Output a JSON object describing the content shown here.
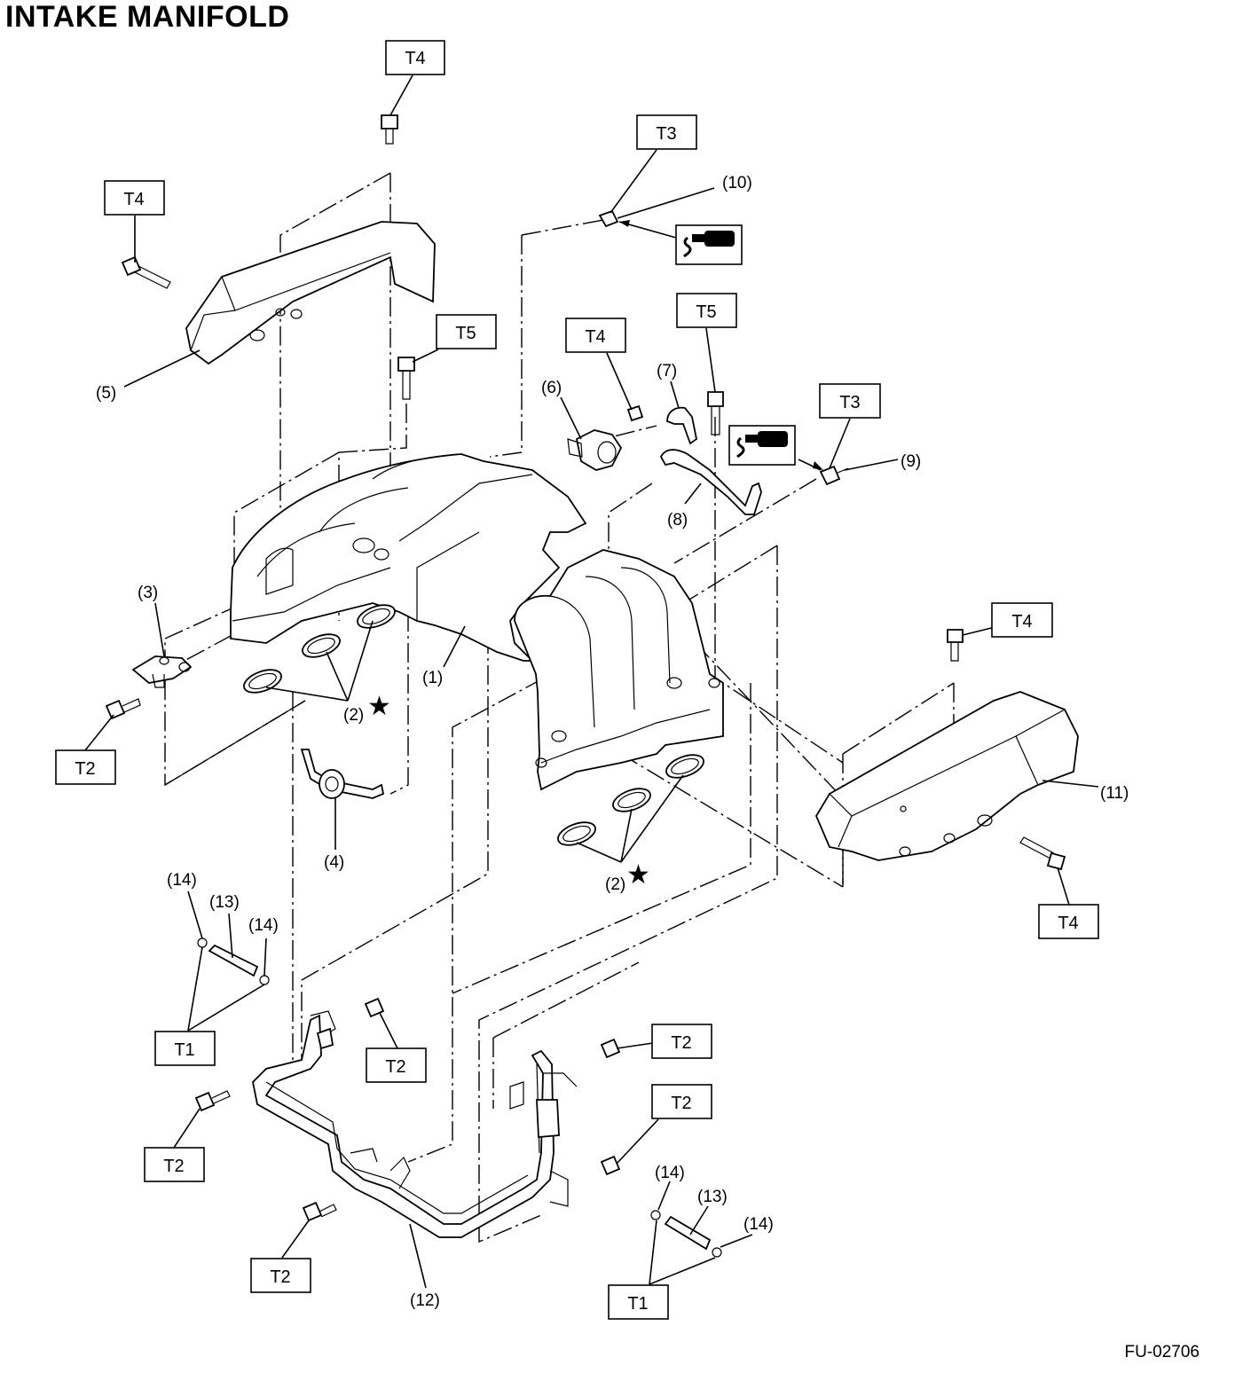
{
  "title": "INTAKE MANIFOLD",
  "figure_id": "FU-02706",
  "star_symbol": "★",
  "torque_labels": {
    "t4_top": "T4",
    "t4_left": "T4",
    "t5_left": "T5",
    "t3_top": "T3",
    "t4_mid": "T4",
    "t5_right": "T5",
    "t3_right": "T3",
    "t2_left": "T2",
    "t4_right_top": "T4",
    "t4_right_bottom": "T4",
    "t1_left": "T1",
    "t2_mid_left": "T2",
    "t2_right_upper": "T2",
    "t2_right_lower": "T2",
    "t2_lower_left": "T2",
    "t2_bottom": "T2",
    "t1_right": "T1"
  },
  "part_labels": {
    "p10": "(10)",
    "p5": "(5)",
    "p6": "(6)",
    "p7": "(7)",
    "p8": "(8)",
    "p9": "(9)",
    "p3": "(3)",
    "p1": "(1)",
    "p2_left": "(2)",
    "p4": "(4)",
    "p11": "(11)",
    "p2_right": "(2)",
    "p14_a": "(14)",
    "p13_a": "(13)",
    "p14_b": "(14)",
    "p14_c": "(14)",
    "p13_b": "(13)",
    "p14_d": "(14)",
    "p12": "(12)"
  },
  "icons": [
    "liquid-gasket-icon",
    "liquid-gasket-icon"
  ]
}
